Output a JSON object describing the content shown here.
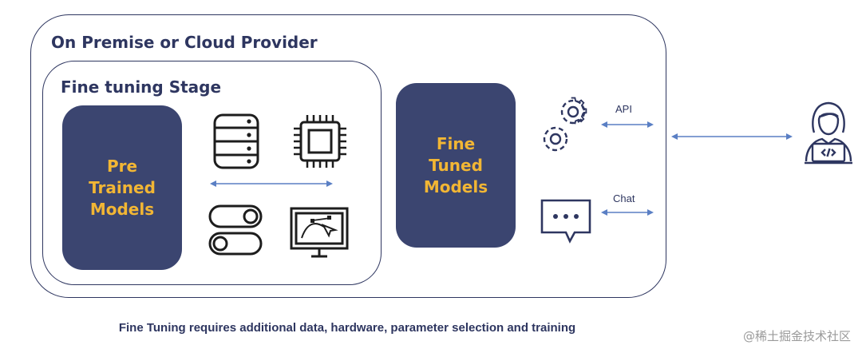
{
  "outer": {
    "title": "On Premise or Cloud Provider"
  },
  "stage": {
    "title": "Fine tuning Stage"
  },
  "pre_trained": {
    "lines": [
      "Pre",
      "Trained",
      "Models"
    ]
  },
  "fine_tuned": {
    "lines": [
      "Fine",
      "Tuned",
      "Models"
    ]
  },
  "labels": {
    "api": "API",
    "chat": "Chat"
  },
  "caption": "Fine Tuning requires additional data, hardware, parameter selection and training",
  "watermark": "@稀土掘金技术社区",
  "icons": [
    "database-icon",
    "cpu-chip-icon",
    "toggle-switches-icon",
    "monitor-curve-icon",
    "gears-icon",
    "chat-bubble-icon",
    "developer-user-icon"
  ],
  "colors": {
    "navy": "#2e3660",
    "box_fill": "#3b4570",
    "accent_yellow": "#f2b634",
    "arrow_blue": "#5a7fc4"
  }
}
